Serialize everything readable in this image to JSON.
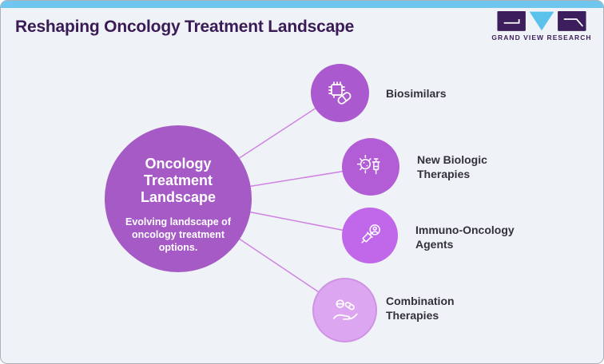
{
  "header": {
    "title": "Reshaping Oncology Treatment Landscape",
    "brand": "GRAND VIEW RESEARCH"
  },
  "center": {
    "title": "Oncology Treatment Landscape",
    "subtitle": "Evolving landscape of oncology treatment options."
  },
  "nodes": [
    {
      "label": "Biosimilars",
      "icon": "chip-capsule-icon",
      "color": "#ab59ce"
    },
    {
      "label": "New Biologic Therapies",
      "icon": "microbe-syringe-icon",
      "color": "#b25dd5"
    },
    {
      "label": "Immuno-Oncology Agents",
      "icon": "syringe-badge-icon",
      "color": "#c167e9"
    },
    {
      "label": "Combination Therapies",
      "icon": "hand-pills-icon",
      "color": "#dca7f0",
      "ring": "#cf92e4"
    }
  ],
  "colors": {
    "background": "#eff2f7",
    "accent_bar": "#6fc7ef",
    "title_text": "#3a1b55",
    "center_circle": "#a55ac6",
    "connector": "#cf82e2",
    "label_text": "#33323c",
    "brand_purple": "#3d1e5c",
    "brand_blue": "#5bc2ec"
  }
}
